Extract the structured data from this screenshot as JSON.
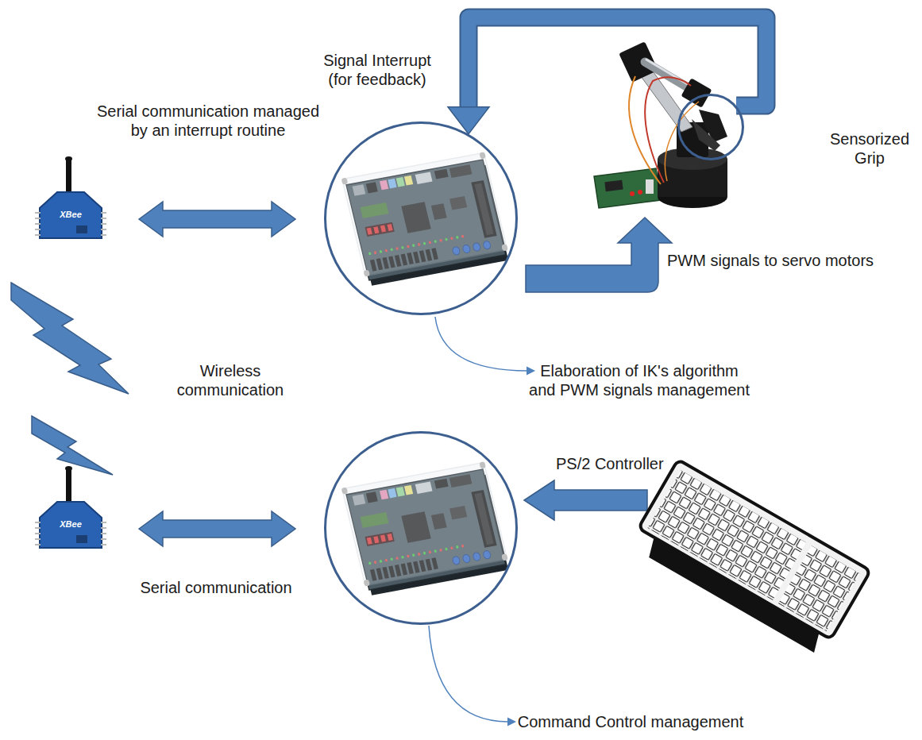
{
  "diagram": {
    "nodes": [
      {
        "text": [
          "Elaboration of IK's algorithm and PWM signals management"
        ]
      },
      {
        "text": [
          "Sensorized Grip"
        ]
      },
      {
        "text": [
          "Command Control management"
        ]
      }
    ],
    "edges": [
      {
        "from": 1,
        "to": 0,
        "label": "Signal Interrupt (for feedback)",
        "arrow": "to"
      }
    ],
    "labels": [
      "Serial communication managed by an interrupt routine",
      "XBee",
      "PWM signals to servo motors",
      "Wireless communication",
      "XBee",
      "Serial communication",
      "PS/2 Controller"
    ]
  }
}
